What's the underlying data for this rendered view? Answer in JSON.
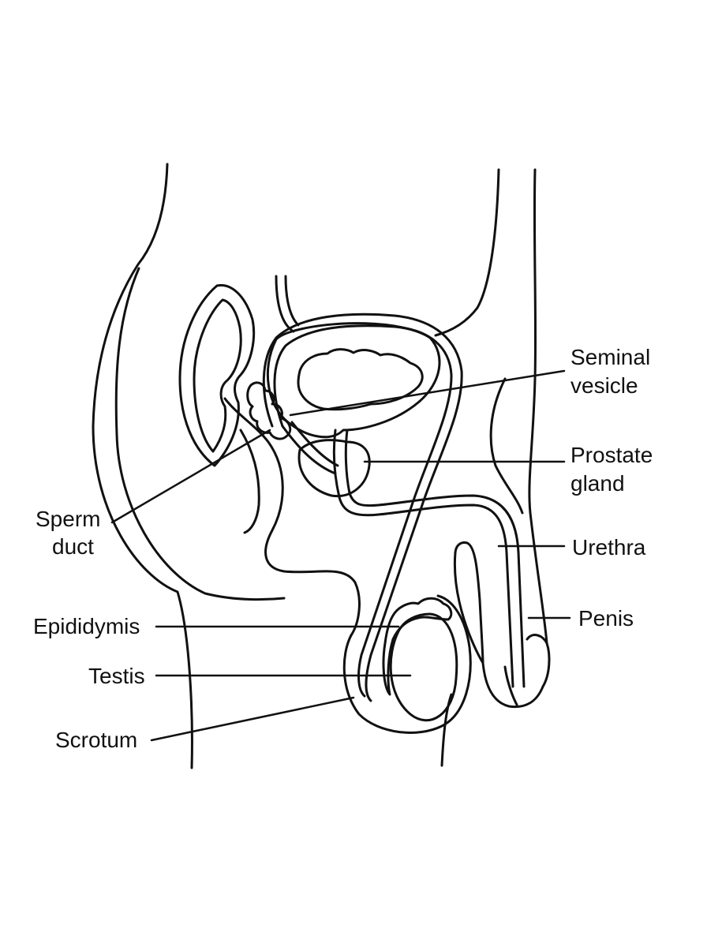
{
  "labels": {
    "seminal_vesicle": [
      "Seminal",
      "vesicle"
    ],
    "prostate_gland": [
      "Prostate",
      "gland"
    ],
    "urethra": "Urethra",
    "penis": "Penis",
    "sperm_duct": [
      "Sperm",
      "duct"
    ],
    "epididymis": "Epididymis",
    "testis": "Testis",
    "scrotum": "Scrotum"
  },
  "colors": {
    "line": "#111111",
    "background": "#ffffff"
  }
}
